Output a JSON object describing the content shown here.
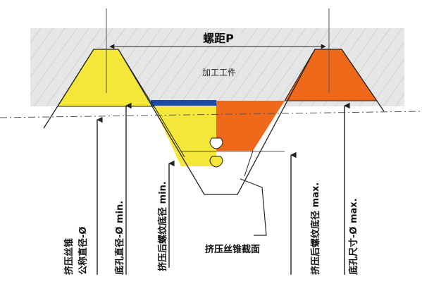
{
  "colors": {
    "workpiece_fill": "#e6e6e6",
    "hatch": "#c4c4c4",
    "yellow": "#f5e63a",
    "orange": "#ee6a1a",
    "blue": "#1f4aa8",
    "line": "#222222"
  },
  "labels": {
    "pitch": "螺距P",
    "workpiece": "加工工件",
    "tap_section": "挤压丝锥截面",
    "tap_nominal_line1": "挤压丝锥",
    "tap_nominal_line2": "公称直径-Ø",
    "hole_min": "底孔直径-Ø min.",
    "thread_root_min": "挤压后螺纹底径 min.",
    "thread_root_max": "挤压后螺纹底径 max.",
    "hole_max": "底孔尺寸-Ø max."
  }
}
